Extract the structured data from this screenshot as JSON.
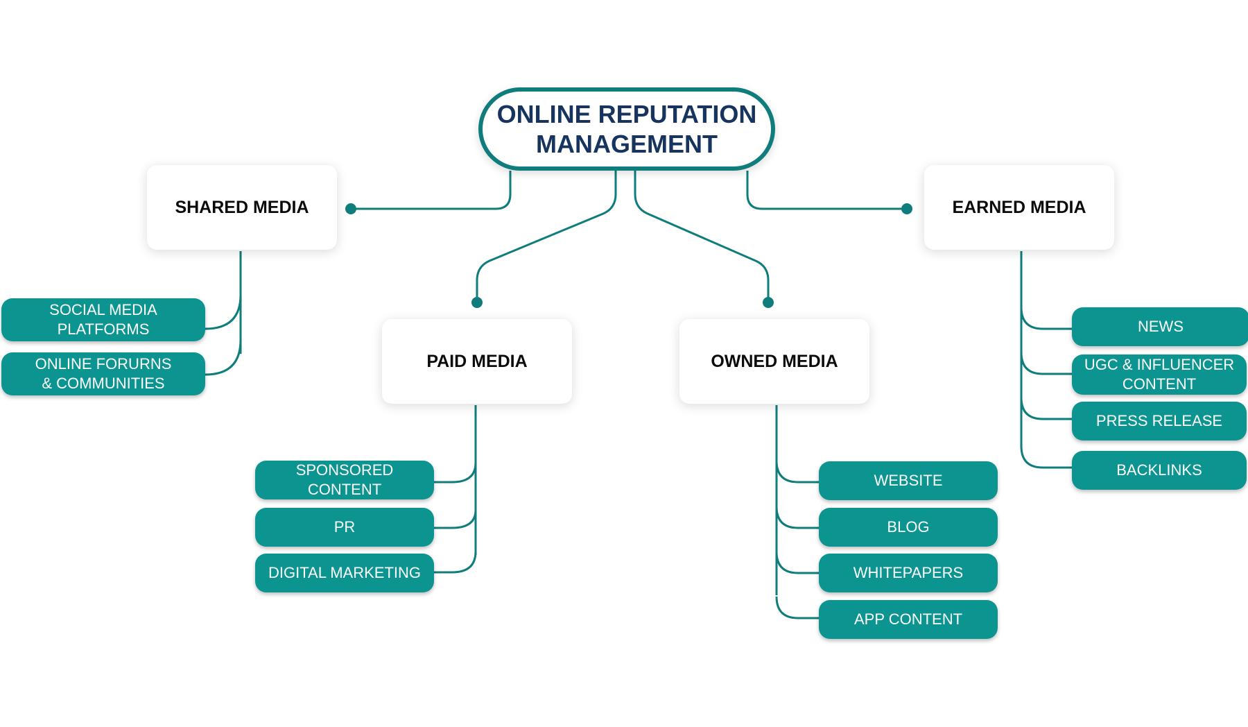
{
  "title": "ONLINE REPUTATION\nMANAGEMENT",
  "colors": {
    "connector": "#0e7d7c",
    "pill": "#0b9490",
    "title_text": "#16345e"
  },
  "categories": {
    "shared": {
      "label": "SHARED MEDIA",
      "items": [
        "SOCIAL MEDIA\nPLATFORMS",
        "ONLINE FORURNS\n& COMMUNITIES"
      ]
    },
    "paid": {
      "label": "PAID MEDIA",
      "items": [
        "SPONSORED CONTENT",
        "PR",
        "DIGITAL MARKETING"
      ]
    },
    "owned": {
      "label": "OWNED MEDIA",
      "items": [
        "WEBSITE",
        "BLOG",
        "WHITEPAPERS",
        "APP CONTENT"
      ]
    },
    "earned": {
      "label": "EARNED MEDIA",
      "items": [
        "NEWS",
        "UGC & INFLUENCER\nCONTENT",
        "PRESS RELEASE",
        "BACKLINKS"
      ]
    }
  }
}
